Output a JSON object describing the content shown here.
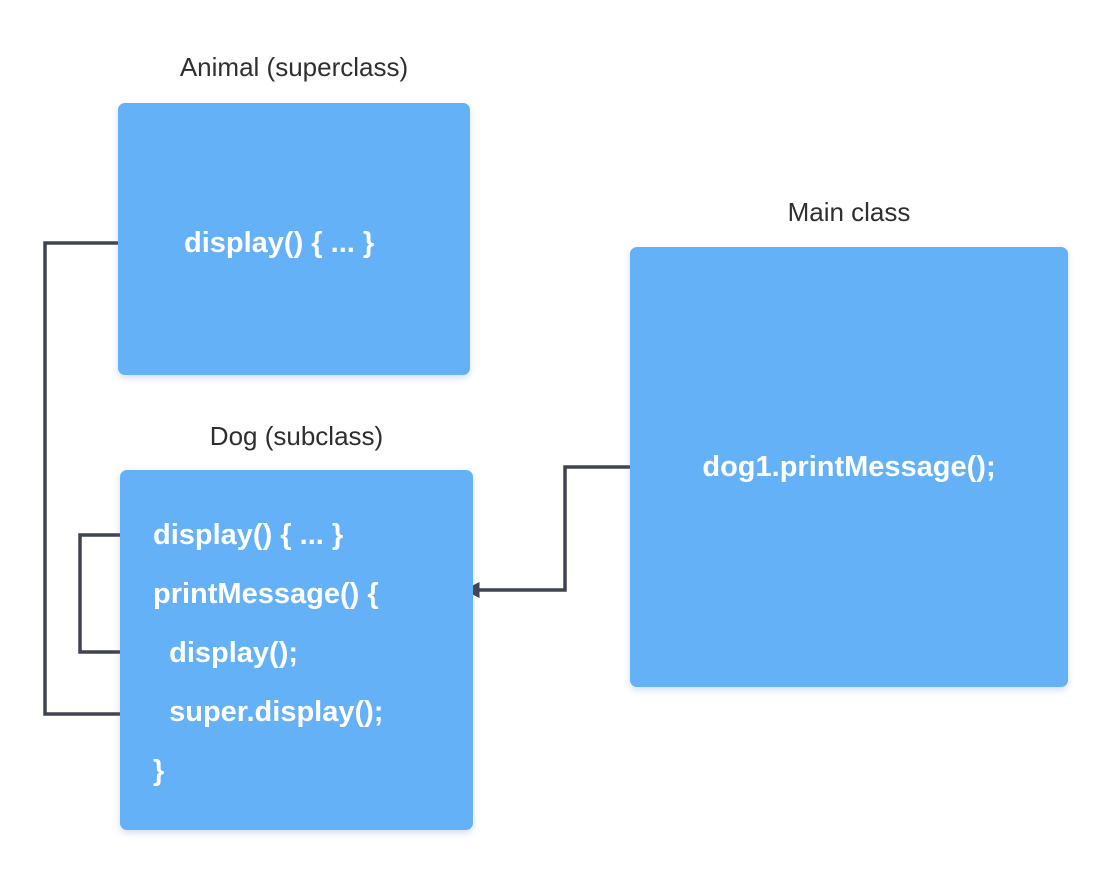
{
  "diagram": {
    "animal_box": {
      "label": "Animal (superclass)",
      "code": "display() { ... }"
    },
    "dog_box": {
      "label": "Dog (subclass)",
      "lines": [
        "display() { ... }",
        "printMessage() {",
        "  display();",
        "  super.display();",
        "}"
      ]
    },
    "main_box": {
      "label": "Main class",
      "code": "dog1.printMessage();"
    },
    "arrows": [
      {
        "name": "main-call-to-printMessage"
      },
      {
        "name": "display-call-to-dog-display"
      },
      {
        "name": "super-display-call-to-animal-display"
      }
    ],
    "colors": {
      "box_fill": "#64b1f8",
      "box_text": "#ffffff",
      "label_text": "#2f2f2f",
      "arrow": "#3f4450",
      "background": "#ffffff"
    }
  }
}
